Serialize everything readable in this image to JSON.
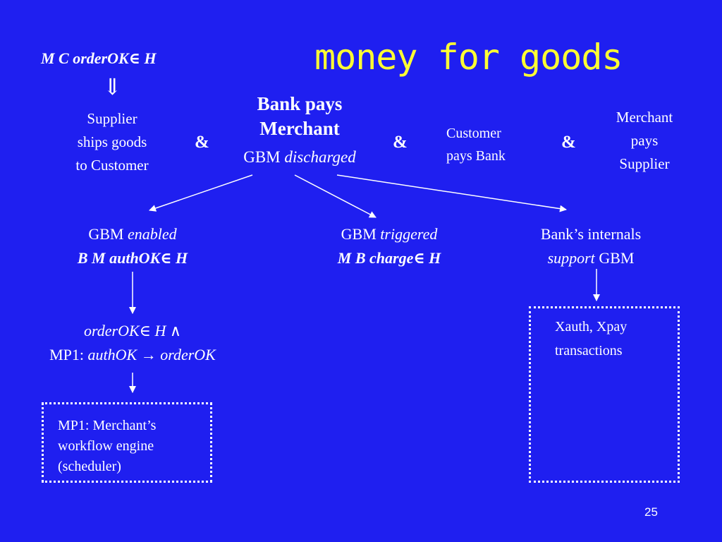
{
  "title": "money for goods",
  "premise": "M C orderOK∈ H",
  "implies_symbol": "⇓",
  "top_row": {
    "supplier": [
      "Supplier",
      "ships goods",
      "to Customer"
    ],
    "bank_pays": [
      "Bank pays",
      "Merchant"
    ],
    "gbm_prefix": "GBM ",
    "gbm_state": "discharged",
    "customer": [
      "Customer",
      "pays Bank"
    ],
    "merchant_pays": [
      "Merchant",
      "pays",
      "Supplier"
    ],
    "conjunction": "&"
  },
  "middle_row": {
    "enabled": {
      "prefix": "GBM ",
      "state": "enabled",
      "formula": "B M authOK∈ H"
    },
    "triggered": {
      "prefix": "GBM ",
      "state": "triggered",
      "formula": "M B charge∈ H"
    },
    "internals": {
      "line1": "Bank’s internals",
      "support_word": "support",
      "support_suffix": " GBM"
    }
  },
  "lower_left": {
    "line1": "orderOK∈ H   ∧",
    "line2_prefix": "MP1: ",
    "line2_formula": "authOK  → orderOK"
  },
  "box_left": [
    "MP1: Merchant’s",
    "workflow engine",
    "(scheduler)"
  ],
  "box_right": [
    "Xauth, Xpay",
    "transactions"
  ],
  "page_number": "25",
  "colors": {
    "background": "#1f1ff0",
    "title": "#ffff33",
    "text": "#ffffff"
  }
}
